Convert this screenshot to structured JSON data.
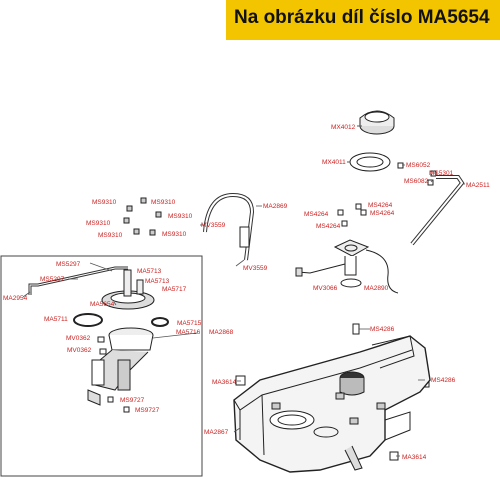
{
  "banner": {
    "text": "Na obrázku díl číslo MA5654",
    "color": "#f2c500"
  },
  "colors": {
    "label": "#cc1f1f",
    "line": "#555555",
    "stroke": "#222222"
  },
  "labels": [
    {
      "id": "mx4012",
      "text": "MX4012"
    },
    {
      "id": "mx4011",
      "text": "MX4011"
    },
    {
      "id": "ms6052",
      "text": "MS6052"
    },
    {
      "id": "ms5301",
      "text": "MS5301"
    },
    {
      "id": "ms6082",
      "text": "MS6082"
    },
    {
      "id": "ma2511",
      "text": "MA2511"
    },
    {
      "id": "ms9310_a",
      "text": "MS9310"
    },
    {
      "id": "ms9310_b",
      "text": "MS9310"
    },
    {
      "id": "ms9310_c",
      "text": "MS9310"
    },
    {
      "id": "ms9310_d",
      "text": "MS9310"
    },
    {
      "id": "ms9310_e",
      "text": "MS9310"
    },
    {
      "id": "ms9310_f",
      "text": "MS9310"
    },
    {
      "id": "ma2869",
      "text": "MA2869"
    },
    {
      "id": "mv3559_a",
      "text": "MV3559"
    },
    {
      "id": "mv3559_b",
      "text": "MV3559"
    },
    {
      "id": "ms4264_a",
      "text": "MS4264"
    },
    {
      "id": "ms4264_b",
      "text": "MS4264"
    },
    {
      "id": "ms4264_c",
      "text": "MS4264"
    },
    {
      "id": "ms4264_d",
      "text": "MS4264"
    },
    {
      "id": "mv3066",
      "text": "MV3066"
    },
    {
      "id": "ma2890",
      "text": "MA2890"
    },
    {
      "id": "ms5297_a",
      "text": "MS5297"
    },
    {
      "id": "ms5297_b",
      "text": "MS5297"
    },
    {
      "id": "ma5713_a",
      "text": "MA5713"
    },
    {
      "id": "ma5713_b",
      "text": "MA5713"
    },
    {
      "id": "ma5717",
      "text": "MA5717"
    },
    {
      "id": "ma2954",
      "text": "MA2954"
    },
    {
      "id": "ma5654",
      "text": "MA5654"
    },
    {
      "id": "ma5711",
      "text": "MA5711"
    },
    {
      "id": "ma5715",
      "text": "MA5715"
    },
    {
      "id": "ma5716",
      "text": "MA5716"
    },
    {
      "id": "ma2868",
      "text": "MA2868"
    },
    {
      "id": "mv0362_a",
      "text": "MV0362"
    },
    {
      "id": "mv0362_b",
      "text": "MV0362"
    },
    {
      "id": "ms9727_a",
      "text": "MS9727"
    },
    {
      "id": "ms9727_b",
      "text": "MS9727"
    },
    {
      "id": "ms4286_a",
      "text": "MS4286"
    },
    {
      "id": "ms4286_b",
      "text": "MS4286"
    },
    {
      "id": "ma3614_a",
      "text": "MA3614"
    },
    {
      "id": "ma3614_b",
      "text": "MA3614"
    },
    {
      "id": "ma2867",
      "text": "MA2867"
    }
  ]
}
